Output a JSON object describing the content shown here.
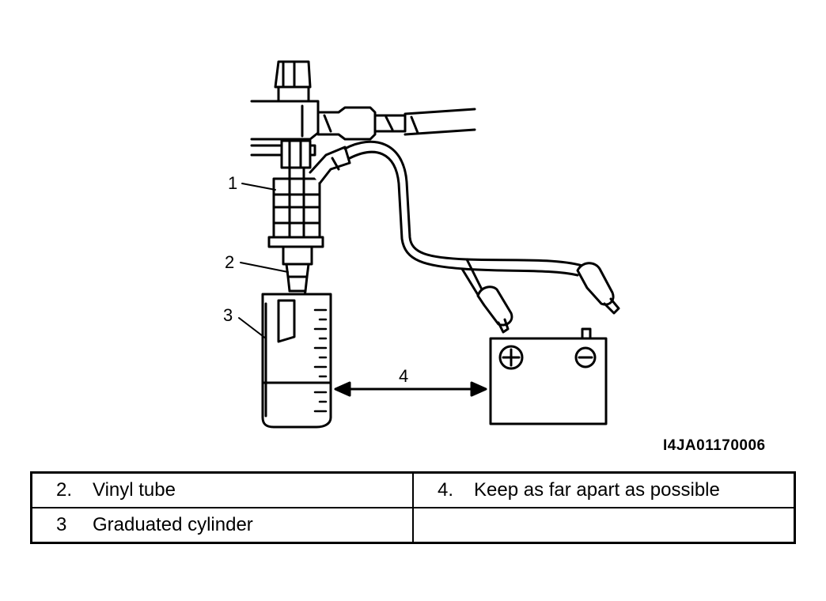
{
  "callouts": {
    "c1": "1",
    "c2": "2",
    "c3": "3",
    "c4": "4"
  },
  "figure_id": "I4JA01170006",
  "legend": {
    "rows": [
      [
        {
          "num": "2.",
          "text": "Vinyl tube"
        },
        {
          "num": "4.",
          "text": "Keep as far apart as possible"
        }
      ],
      [
        {
          "num": "3",
          "text": "Graduated cylinder"
        },
        {
          "num": "",
          "text": ""
        }
      ]
    ]
  },
  "battery": {
    "positive_symbol": "+",
    "negative_symbol": "−"
  }
}
